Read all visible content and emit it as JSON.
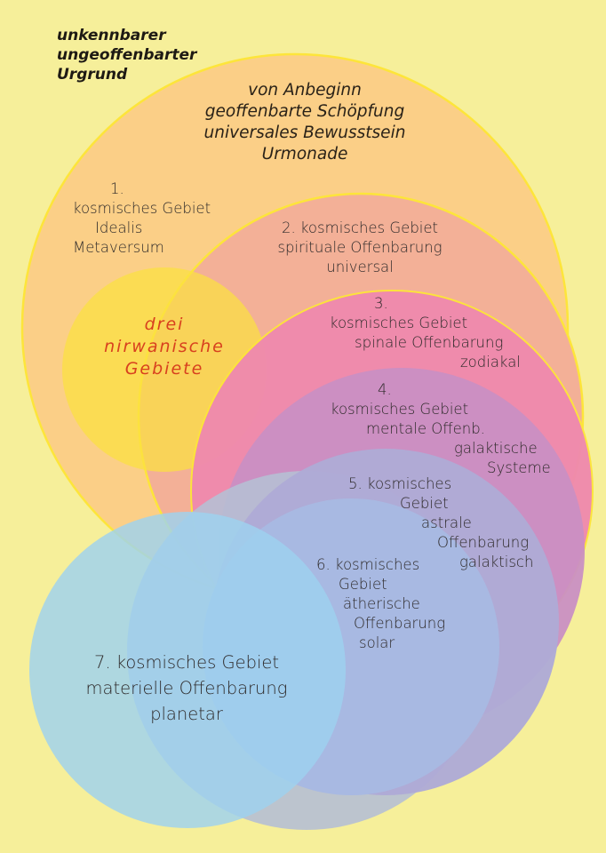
{
  "diagram": {
    "colors": {
      "background": "#f6ef9a",
      "outline": "#fde53a",
      "region_1": "#fbcf87",
      "region_2": "#f3b097",
      "region_3": "#ef8aad",
      "region_4": "#c98fc3",
      "region_5": "#aeaad6",
      "region_6": "#a8b9e2",
      "region_7": "#9dd2ef",
      "nirvana": "#fbe040",
      "nirvana_text": "#d8401e",
      "text": "#2e2a2a"
    },
    "ground": {
      "lines": [
        "unkennbarer",
        "ungeoffenbarter",
        "Urgrund"
      ]
    },
    "creation": {
      "lines": [
        "von Anbeginn",
        "geoffenbarte Schöpfung",
        "universales Bewusstsein",
        "Urmonade"
      ]
    },
    "nirvana": {
      "lines": [
        "drei",
        "nirwanische",
        "Gebiete"
      ]
    },
    "regions": [
      {
        "lines": [
          "1.",
          "kosmisches Gebiet",
          "Idealis",
          "Metaversum"
        ]
      },
      {
        "lines": [
          "2. kosmisches Gebiet",
          "spirituale Offenbarung",
          "universal"
        ]
      },
      {
        "lines": [
          "3.",
          "kosmisches Gebiet",
          "spinale Offenbarung",
          "zodiakal"
        ]
      },
      {
        "lines": [
          "4.",
          "kosmisches Gebiet",
          "mentale Offenb.",
          "galaktische",
          "Systeme"
        ]
      },
      {
        "lines": [
          "5. kosmisches",
          "Gebiet",
          "astrale",
          "Offenbarung",
          "galaktisch"
        ]
      },
      {
        "lines": [
          "6. kosmisches",
          "Gebiet",
          "ätherische",
          "Offenbarung",
          "solar"
        ]
      },
      {
        "lines": [
          "7. kosmisches Gebiet",
          "materielle Offenbarung",
          "planetar"
        ]
      }
    ]
  }
}
